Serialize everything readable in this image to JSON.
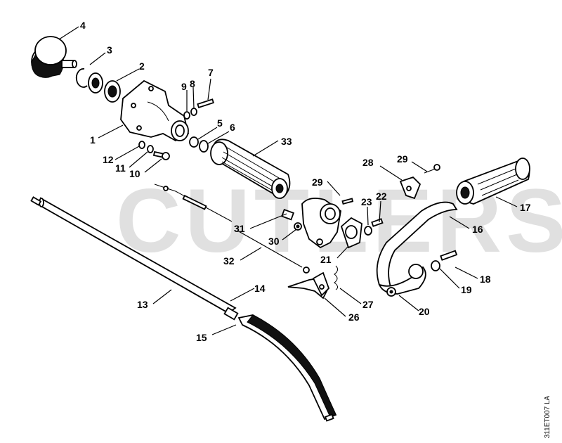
{
  "watermark": "CUTLERS",
  "drawing_code": "311ET007 LA",
  "callouts": [
    {
      "id": "c4",
      "label": "4"
    },
    {
      "id": "c3",
      "label": "3"
    },
    {
      "id": "c2",
      "label": "2"
    },
    {
      "id": "c9",
      "label": "9"
    },
    {
      "id": "c8",
      "label": "8"
    },
    {
      "id": "c7",
      "label": "7"
    },
    {
      "id": "c1",
      "label": "1"
    },
    {
      "id": "c5",
      "label": "5"
    },
    {
      "id": "c6",
      "label": "6"
    },
    {
      "id": "c12",
      "label": "12"
    },
    {
      "id": "c11",
      "label": "11"
    },
    {
      "id": "c10",
      "label": "10"
    },
    {
      "id": "c33",
      "label": "33"
    },
    {
      "id": "c29a",
      "label": "29"
    },
    {
      "id": "c28",
      "label": "28"
    },
    {
      "id": "c29b",
      "label": "29"
    },
    {
      "id": "c17",
      "label": "17"
    },
    {
      "id": "c22",
      "label": "22"
    },
    {
      "id": "c23",
      "label": "23"
    },
    {
      "id": "c16",
      "label": "16"
    },
    {
      "id": "c31",
      "label": "31"
    },
    {
      "id": "c30",
      "label": "30"
    },
    {
      "id": "c21",
      "label": "21"
    },
    {
      "id": "c32",
      "label": "32"
    },
    {
      "id": "c18",
      "label": "18"
    },
    {
      "id": "c19",
      "label": "19"
    },
    {
      "id": "c13",
      "label": "13"
    },
    {
      "id": "c14",
      "label": "14"
    },
    {
      "id": "c27",
      "label": "27"
    },
    {
      "id": "c26",
      "label": "26"
    },
    {
      "id": "c20",
      "label": "20"
    },
    {
      "id": "c15",
      "label": "15"
    }
  ]
}
